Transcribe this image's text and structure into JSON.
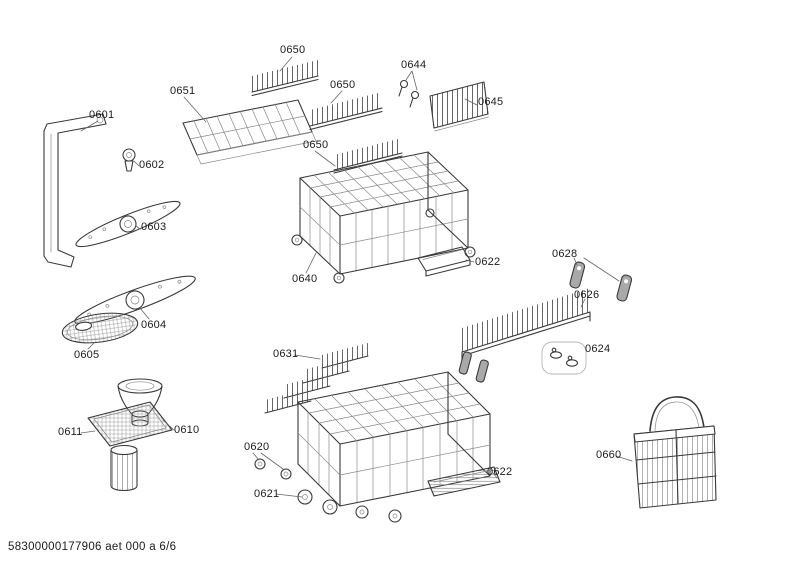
{
  "page": {
    "footer": "58300000177906 aet 000 a 6/6"
  },
  "labels": [
    {
      "text": "0650"
    },
    {
      "text": "0644"
    },
    {
      "text": "0650"
    },
    {
      "text": "0651"
    },
    {
      "text": "0645"
    },
    {
      "text": "0601"
    },
    {
      "text": "0650"
    },
    {
      "text": "0602"
    },
    {
      "text": "0603"
    },
    {
      "text": "0628"
    },
    {
      "text": "0622"
    },
    {
      "text": "0640"
    },
    {
      "text": "0626"
    },
    {
      "text": "0604"
    },
    {
      "text": "0624"
    },
    {
      "text": "0605"
    },
    {
      "text": "0631"
    },
    {
      "text": "0610"
    },
    {
      "text": "0611"
    },
    {
      "text": "0620"
    },
    {
      "text": "0660"
    },
    {
      "text": "0621"
    },
    {
      "text": "0622"
    }
  ]
}
